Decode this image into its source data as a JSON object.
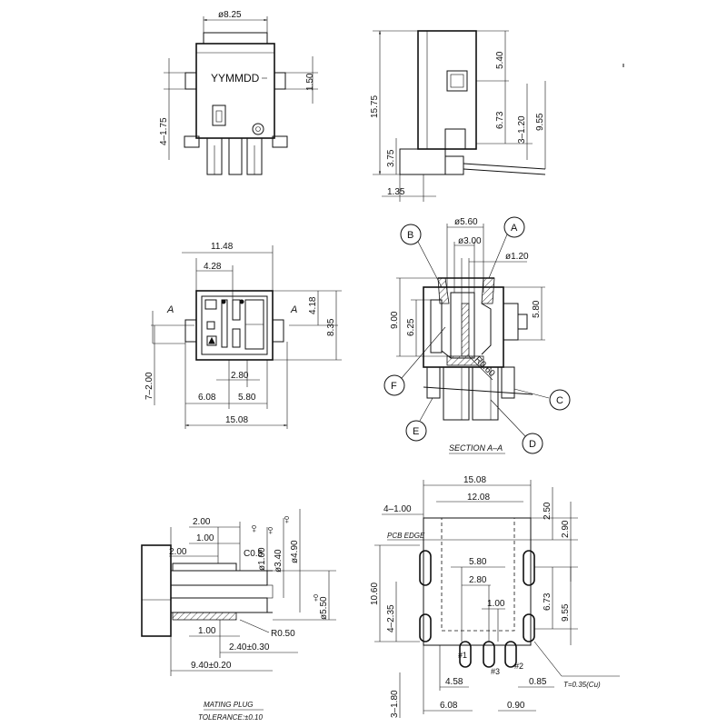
{
  "views": {
    "front": {
      "marking": "YYMMDD",
      "dims": {
        "d825": "ø8.25",
        "d150": "1.50",
        "d4175": "4–1.75"
      }
    },
    "side": {
      "dims": {
        "d1575": "15.75",
        "d540": "5.40",
        "d673": "6.73",
        "d3120": "3–1.20",
        "d955": "9.55",
        "d375": "3.75",
        "d135": "1.35"
      }
    },
    "top": {
      "dims": {
        "d1148": "11.48",
        "d428": "4.28",
        "d418": "4.18",
        "d835": "8.35",
        "d7200": "7–2.00",
        "d280": "2.80",
        "d608": "6.08",
        "d580": "5.80",
        "d1508": "15.08"
      },
      "section_marks": {
        "left": "A",
        "right": "A"
      }
    },
    "section": {
      "dims": {
        "d560": "ø5.60",
        "d300": "ø3.00",
        "d120": "ø1.20",
        "d900": "9.00",
        "d625": "6.25",
        "d580": "5.80",
        "r060": "R0.60"
      },
      "callouts": {
        "a": "A",
        "b": "B",
        "c": "C",
        "d": "D",
        "e": "E",
        "f": "F"
      },
      "title": "SECTION  A–A"
    },
    "plug": {
      "dims": {
        "d200a": "2.00",
        "d100a": "1.00",
        "d200b": "2.00",
        "c05": "C0.5",
        "d100tol": "ø1.00",
        "d100tol_sup": "+0",
        "d340tol": "ø3.40",
        "d340tol_sup": "+0",
        "d490tol": "ø4.90",
        "d490tol_sup": "+0",
        "d550tol": "ø5.50",
        "d550tol_sup": "+0",
        "d100b": "1.00",
        "r050": "R0.50",
        "d240": "2.40±0.30",
        "d940": "9.40±0.20"
      },
      "title": "MATING  PLUG",
      "tolerance": "TOLERANCE:±0.10"
    },
    "pcb": {
      "dims": {
        "d1508": "15.08",
        "d1208": "12.08",
        "d4100": "4–1.00",
        "pcb_edge": "PCB EDGE",
        "d250": "2.50",
        "d290": "2.90",
        "d580": "5.80",
        "d280": "2.80",
        "d100": "1.00",
        "d1060": "10.60",
        "d4235": "4–2.35",
        "d673": "6.73",
        "d955": "9.55",
        "p1": "#1",
        "p3": "#3",
        "p2": "#2",
        "d458": "4.58",
        "d085": "0.85",
        "d3180": "3–1.80",
        "d608": "6.08",
        "d090": "0.90",
        "thickness": "T=0.35(Cu)"
      }
    }
  }
}
